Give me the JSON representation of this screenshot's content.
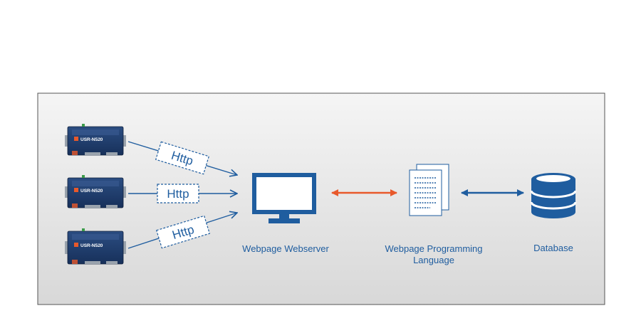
{
  "devices": [
    {
      "model": "USR-N520"
    },
    {
      "model": "USR-N520"
    },
    {
      "model": "USR-N520"
    }
  ],
  "http_labels": [
    "Http",
    "Http",
    "Http"
  ],
  "nodes": {
    "webserver": "Webpage Webserver",
    "programming_line1": "Webpage Programming",
    "programming_line2": "Language",
    "database": "Database"
  },
  "colors": {
    "primary_blue": "#1f5d9f",
    "accent_orange": "#e8592b",
    "panel_bg_top": "#f4f4f4",
    "panel_bg_bottom": "#d9d9d9",
    "device_body": "#1f3c6c"
  }
}
